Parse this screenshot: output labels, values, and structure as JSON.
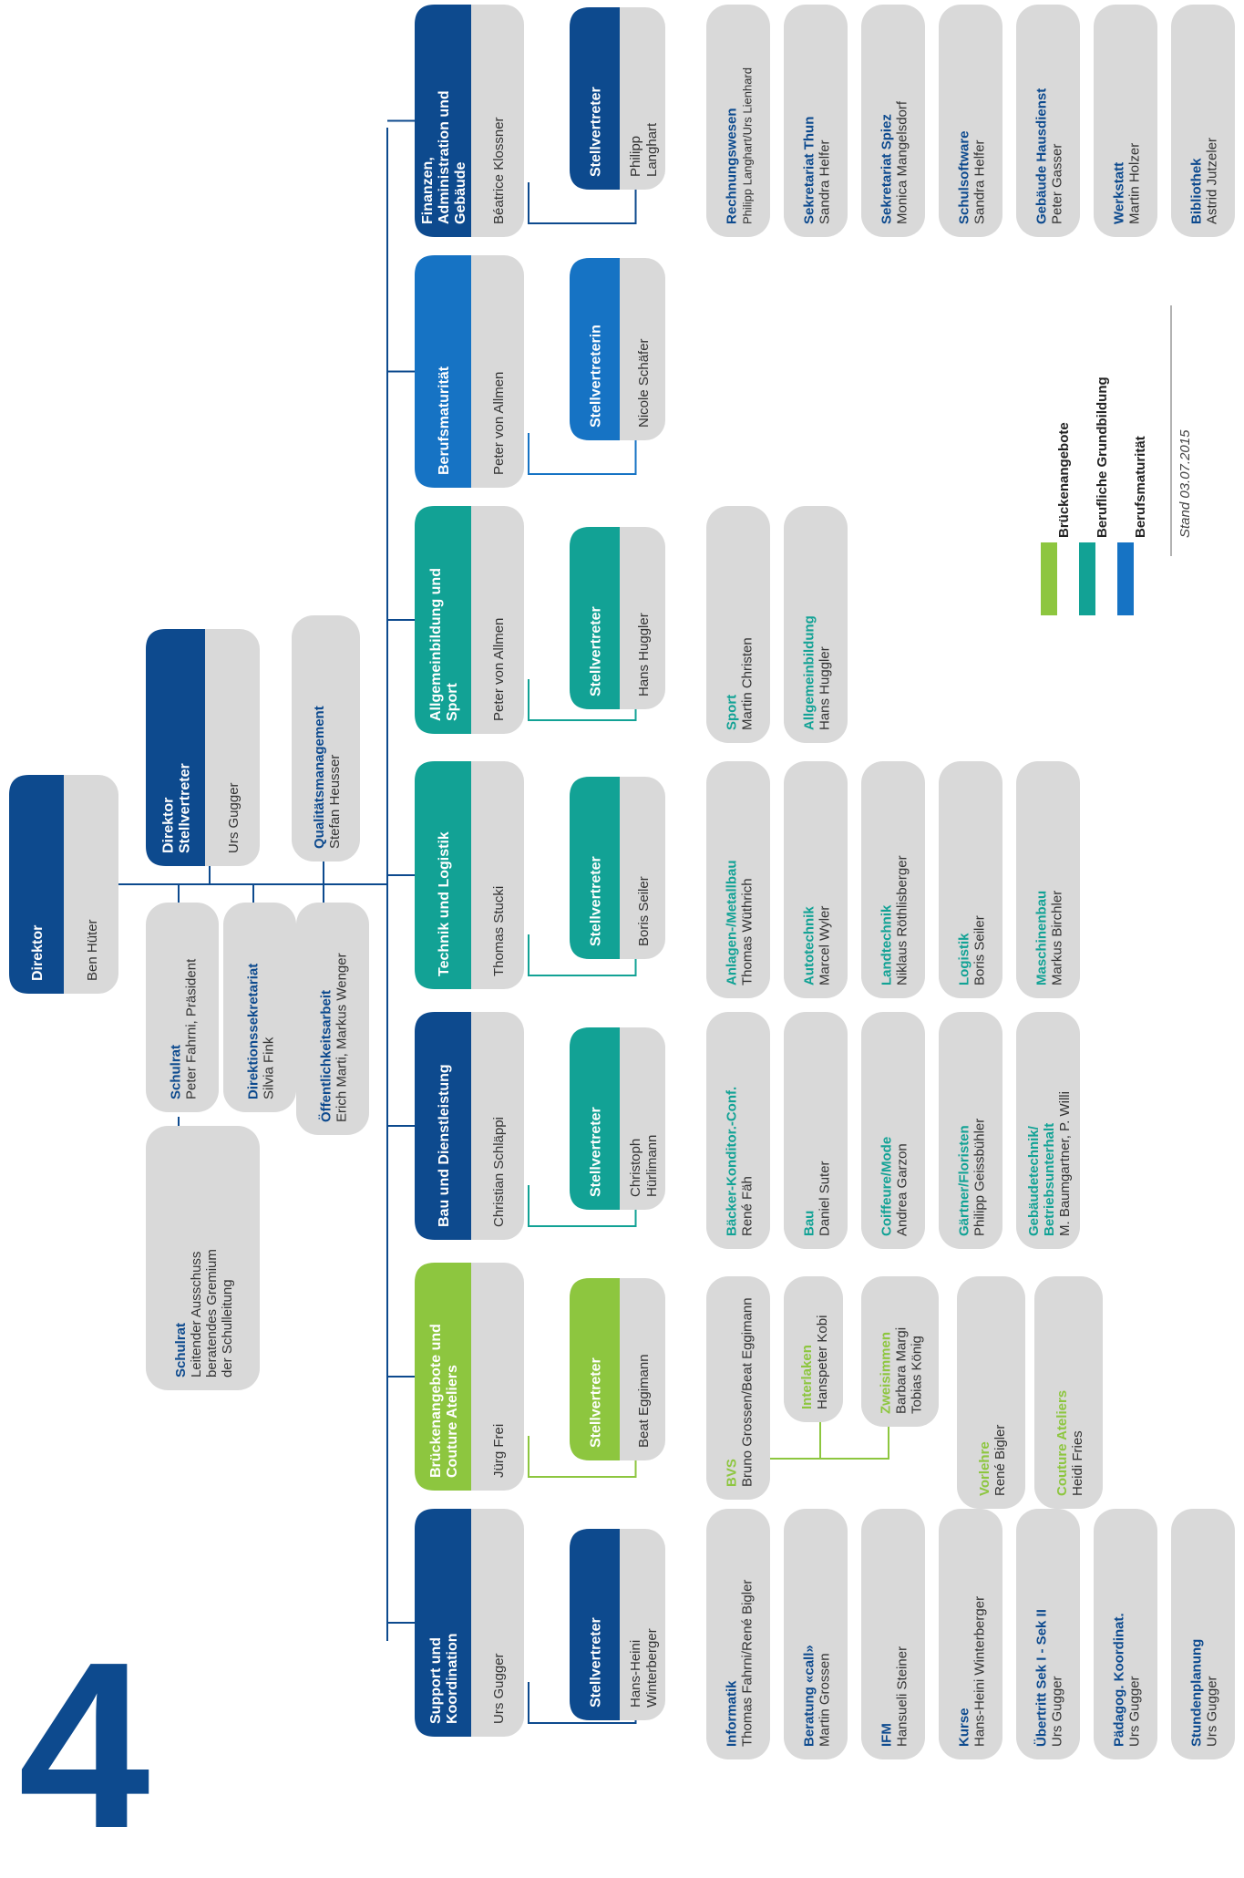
{
  "page_number": "4",
  "colors": {
    "dark_blue": "#0d4a8e",
    "mid_blue": "#1673c4",
    "teal": "#12a295",
    "green": "#8dc63f",
    "gray": "#d9d9d9",
    "line": "#0d4a8e"
  },
  "top": {
    "direktor": {
      "title": "Direktor",
      "name": "Ben Hüter"
    },
    "stellvertreter": {
      "title": "Direktor Stellvertreter",
      "name": "Urs Gugger"
    },
    "schulrat_big": {
      "title": "Schulrat",
      "lines": [
        "Leitender Ausschuss",
        "beratendes Gremium",
        "der Schulleitung"
      ]
    },
    "schulrat": {
      "title": "Schulrat",
      "name": "Peter Fahrni, Präsident"
    },
    "sekretariat": {
      "title": "Direktionssekretariat",
      "name": "Silvia Fink"
    },
    "oeffentlichkeit": {
      "title": "Öffentlichkeitsarbeit",
      "name": "Erich Marti, Markus Wenger"
    },
    "qualitaet": {
      "title": "Qualitätsmanagement",
      "name": "Stefan Heusser"
    }
  },
  "departments": [
    {
      "title": "Support und Koordination",
      "head": "Urs Gugger",
      "deputy_title": "Stellvertreter",
      "deputy": "Hans-Heini Winterberger"
    },
    {
      "title": "Brückenangebote und Couture Ateliers",
      "head": "Jürg Frei",
      "deputy_title": "Stellvertreter",
      "deputy": "Beat Eggimann"
    },
    {
      "title": "Bau und Dienstleistung",
      "head": "Christian Schläppi",
      "deputy_title": "Stellvertreter",
      "deputy": "Christoph Hürlimann"
    },
    {
      "title": "Technik und Logistik",
      "head": "Thomas Stucki",
      "deputy_title": "Stellvertreter",
      "deputy": "Boris Seiler"
    },
    {
      "title": "Allgemeinbildung und Sport",
      "head": "Peter von Allmen",
      "deputy_title": "Stellvertreter",
      "deputy": "Hans Huggler"
    },
    {
      "title": "Berufsmaturität",
      "head": "Peter von Allmen",
      "deputy_title": "Stellvertreterin",
      "deputy": "Nicole Schäfer"
    },
    {
      "title": "Finanzen, Administration und Gebäude",
      "head": "Béatrice Klossner",
      "deputy_title": "Stellvertreter",
      "deputy": "Philipp Langhart"
    }
  ],
  "support_units": [
    {
      "title": "Informatik",
      "name": "Thomas Fahrni/René Bigler"
    },
    {
      "title": "Beratung «call»",
      "name": "Martin Grossen"
    },
    {
      "title": "IFM",
      "name": "Hansueli Steiner"
    },
    {
      "title": "Kurse",
      "name": "Hans-Heini Winterberger"
    },
    {
      "title": "Übertritt Sek I - Sek II",
      "name": "Urs Gugger"
    },
    {
      "title": "Pädagog. Koordinat.",
      "name": "Urs Gugger"
    },
    {
      "title": "Stundenplanung",
      "name": "Urs Gugger"
    }
  ],
  "bruecken_units": {
    "bvs": {
      "title": "BVS",
      "name": "Bruno Grossen/Beat Eggimann"
    },
    "interlaken": {
      "title": "Interlaken",
      "name": "Hanspeter Kobi"
    },
    "zweisimmen": {
      "title": "Zweisimmen",
      "lines": [
        "Barbara Margi",
        "Tobias König"
      ]
    },
    "vorlehre": {
      "title": "Vorlehre",
      "name": "René Bigler"
    },
    "couture": {
      "title": "Couture Ateliers",
      "name": "Heidi Fries"
    }
  },
  "bau_units": [
    {
      "title": "Bäcker-Konditor.-Conf.",
      "name": "René Fäh"
    },
    {
      "title": "Bau",
      "name": "Daniel Suter"
    },
    {
      "title": "Coiffeure/Mode",
      "name": "Andrea Garzon"
    },
    {
      "title": "Gärtner/Floristen",
      "name": "Philipp Geissbühler"
    },
    {
      "title": "Gebäudetechnik/ Betriebsunterhalt",
      "name": "M. Baumgartner, P. Willi"
    }
  ],
  "technik_units": [
    {
      "title": "Anlagen-/Metallbau",
      "name": "Thomas Wüthrich"
    },
    {
      "title": "Autotechnik",
      "name": "Marcel Wyler"
    },
    {
      "title": "Landtechnik",
      "name": "Niklaus Röthlisberger"
    },
    {
      "title": "Logistik",
      "name": "Boris Seiler"
    },
    {
      "title": "Maschinenbau",
      "name": "Markus Birchler"
    }
  ],
  "allgemein_units": [
    {
      "title": "Sport",
      "name": "Martin Christen"
    },
    {
      "title": "Allgemeinbildung",
      "name": "Hans Huggler"
    }
  ],
  "finanz_units": [
    {
      "title": "Rechnungswesen",
      "name": "Philipp Langhart/Urs Lienhard"
    },
    {
      "title": "Sekretariat Thun",
      "name": "Sandra Helfer"
    },
    {
      "title": "Sekretariat Spiez",
      "name": "Monica Mangelsdorf"
    },
    {
      "title": "Schulsoftware",
      "name": "Sandra Helfer"
    },
    {
      "title": "Gebäude Hausdienst",
      "name": "Peter Gasser"
    },
    {
      "title": "Werkstatt",
      "name": "Martin Holzer"
    },
    {
      "title": "Bibliothek",
      "name": "Astrid Jutzeler"
    }
  ],
  "legend": [
    {
      "label": "Brückenangebote",
      "color": "#8dc63f"
    },
    {
      "label": "Berufliche Grundbildung",
      "color": "#12a295"
    },
    {
      "label": "Berufsmaturität",
      "color": "#1673c4"
    }
  ],
  "stand": "Stand 03.07.2015"
}
